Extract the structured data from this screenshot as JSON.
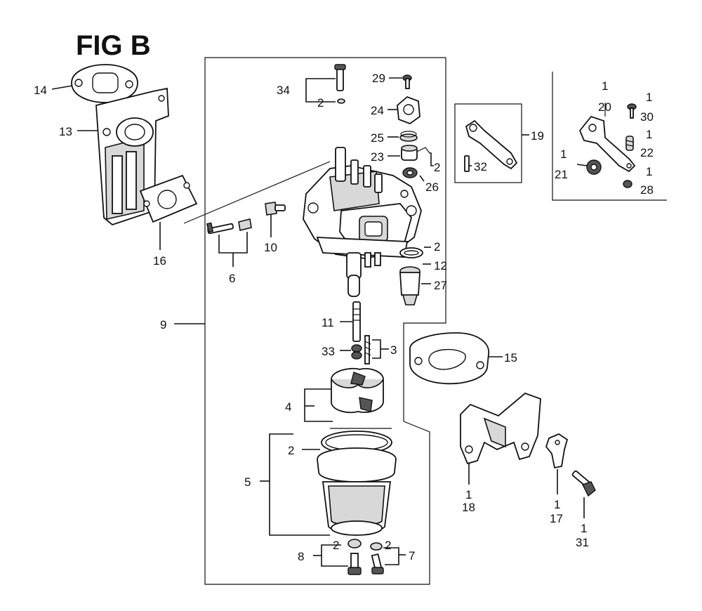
{
  "figure": {
    "title": "FIG B"
  },
  "callouts": {
    "c14": "14",
    "c13": "13",
    "c16": "16",
    "c6": "6",
    "c10": "10",
    "c9": "9",
    "c34": "34",
    "c34q": "2",
    "c29": "29",
    "c24": "24",
    "c25": "25",
    "c23": "23",
    "c23q": "2",
    "c26": "26",
    "c12q": "2",
    "c12": "12",
    "c27": "27",
    "c11": "11",
    "c33": "33",
    "c3": "3",
    "c4": "4",
    "c2bowl": "2",
    "c5": "5",
    "c8": "8",
    "c8q": "2",
    "c7q": "2",
    "c7": "7",
    "c19": "19",
    "c32": "32",
    "c20q": "1",
    "c20": "20",
    "c30q": "1",
    "c30": "30",
    "c22q": "1",
    "c22": "22",
    "c21q": "1",
    "c21": "21",
    "c28q": "1",
    "c28": "28",
    "c15": "15",
    "c18q": "1",
    "c18": "18",
    "c17q": "1",
    "c17": "17",
    "c31q": "1",
    "c31": "31"
  }
}
